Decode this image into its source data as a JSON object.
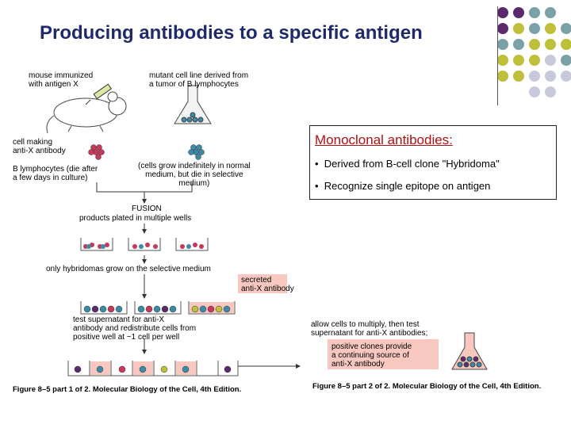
{
  "slide": {
    "title": "Producing antibodies to a specific antigen"
  },
  "info_box": {
    "heading": "Monoclonal antibodies:",
    "bullets": [
      "Derived from B-cell clone \"Hybridoma\"",
      "Recognize single epitope on antigen"
    ]
  },
  "figure_left": {
    "mouse_label": "mouse immunized\nwith antigen X",
    "cell_line_label": "mutant cell line derived from\na tumor of B lymphocytes",
    "antibody_cell_label": "cell making\nanti-X antibody",
    "b_lymph_label": "B lymphocytes (die after\na few days in culture)",
    "grow_label": "(cells grow indefinitely in normal\nmedium, but die in selective\nmedium)",
    "fusion_label": "FUSION",
    "plated_label": "products plated in multiple wells",
    "hybridoma_label": "only hybridomas grow on the selective medium",
    "secreted_label": "secreted\nanti-X antibody",
    "test_label": "test supernatant for anti-X\nantibody and redistribute cells from\npositive well at ~1 cell per well",
    "caption": "Figure 8–5 part 1 of 2. Molecular Biology of the Cell, 4th Edition."
  },
  "figure_right": {
    "multiply_label": "allow cells to multiply, then test\nsupernatant for anti-X antibodies;",
    "clones_label": "positive clones provide\na continuing source of\nanti-X antibody",
    "caption": "Figure 8–5 part 2 of 2. Molecular Biology of the Cell, 4th Edition."
  },
  "colors": {
    "title": "#1f2a6b",
    "heading": "#b01010",
    "purple": "#5b2a6e",
    "teal": "#7aa0a8",
    "olive": "#bfbf3a",
    "lavender": "#c9c9dd",
    "highlight": "#f8c8c0"
  }
}
